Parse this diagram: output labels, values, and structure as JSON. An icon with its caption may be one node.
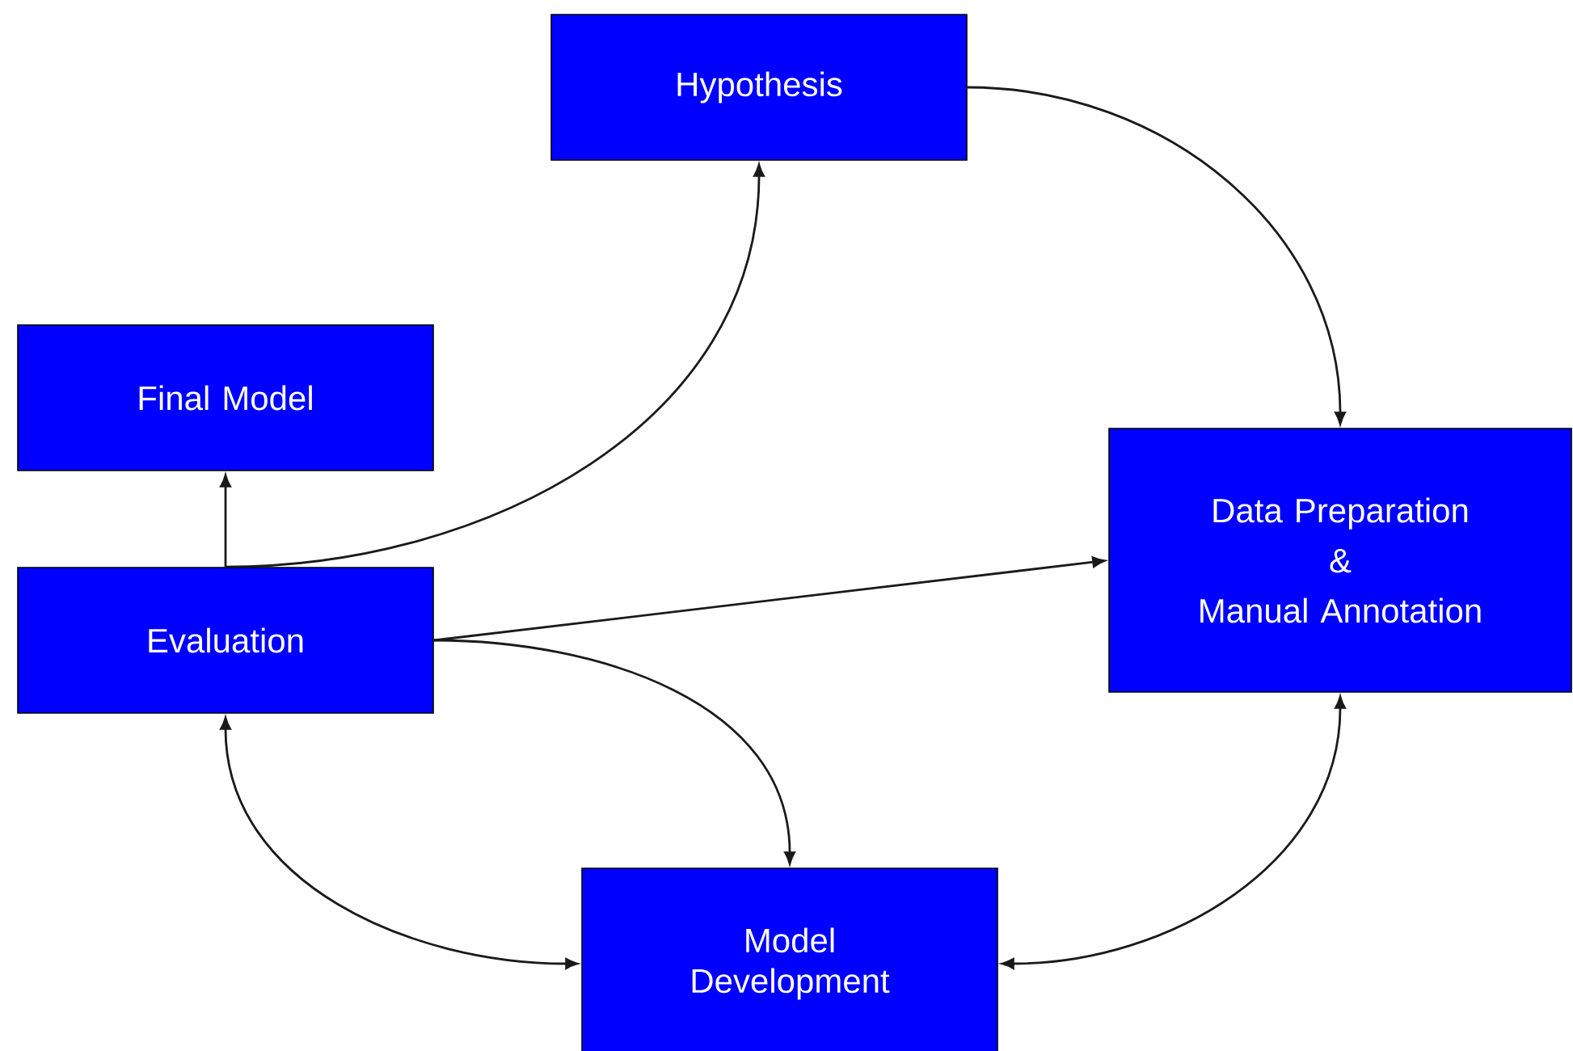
{
  "diagram": {
    "nodes": [
      {
        "text": [
          "Hypothesis"
        ]
      },
      {
        "text": [
          "Final Model"
        ]
      },
      {
        "text": [
          "Evaluation"
        ]
      },
      {
        "text": [
          "Data Preparation",
          "&",
          "Manual Annotation"
        ]
      },
      {
        "text": [
          "Model Development"
        ]
      }
    ],
    "edges": [
      {
        "from": 2,
        "to": 1,
        "arrow": "to"
      },
      {
        "from": 2,
        "to": 0,
        "arrow": "to"
      },
      {
        "from": 0,
        "to": 3,
        "arrow": "to"
      },
      {
        "from": 2,
        "to": 3,
        "arrow": "to"
      },
      {
        "from": 2,
        "to": 4,
        "arrow": "to"
      },
      {
        "from": 2,
        "to": 4,
        "arrow": "both"
      },
      {
        "from": 3,
        "to": 4,
        "arrow": "both"
      }
    ]
  }
}
